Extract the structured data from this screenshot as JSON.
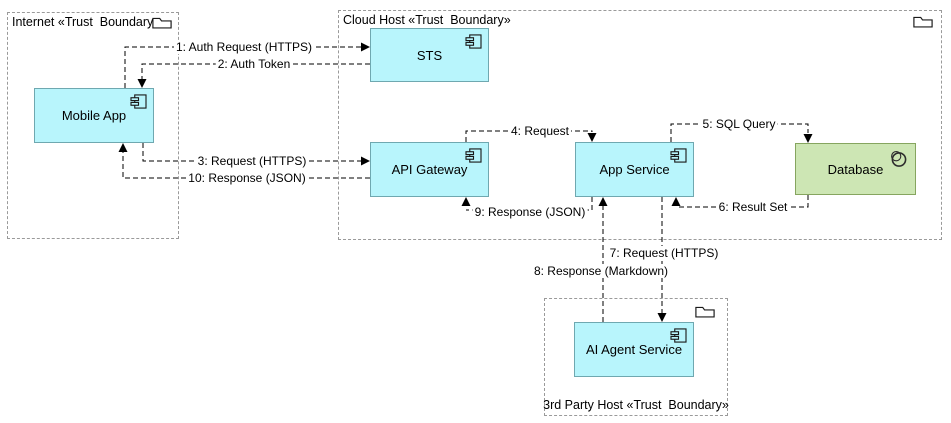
{
  "diagram": {
    "boundaries": [
      {
        "id": "internet",
        "label": "Internet «Trust  Boundary»"
      },
      {
        "id": "cloud_host",
        "label": "Cloud Host «Trust  Boundary»"
      },
      {
        "id": "third_party",
        "label": "3rd Party Host «Trust  Boundary»"
      }
    ],
    "nodes": [
      {
        "id": "mobile_app",
        "label": "Mobile App",
        "type": "component"
      },
      {
        "id": "sts",
        "label": "STS",
        "type": "component"
      },
      {
        "id": "api_gateway",
        "label": "API Gateway",
        "type": "component"
      },
      {
        "id": "app_service",
        "label": "App Service",
        "type": "component"
      },
      {
        "id": "database",
        "label": "Database",
        "type": "database"
      },
      {
        "id": "ai_agent",
        "label": "AI Agent Service",
        "type": "component"
      }
    ],
    "connectors": [
      {
        "seq": 1,
        "label": "1: Auth Request (HTTPS)",
        "from": "Mobile App",
        "to": "STS"
      },
      {
        "seq": 2,
        "label": "2: Auth Token",
        "from": "STS",
        "to": "Mobile App"
      },
      {
        "seq": 3,
        "label": "3: Request (HTTPS)",
        "from": "Mobile App",
        "to": "API Gateway"
      },
      {
        "seq": 4,
        "label": "4: Request",
        "from": "API Gateway",
        "to": "App Service"
      },
      {
        "seq": 5,
        "label": "5: SQL Query",
        "from": "App Service",
        "to": "Database"
      },
      {
        "seq": 6,
        "label": "6: Result Set",
        "from": "Database",
        "to": "App Service"
      },
      {
        "seq": 7,
        "label": "7: Request (HTTPS)",
        "from": "App Service",
        "to": "AI Agent Service"
      },
      {
        "seq": 8,
        "label": "8: Response (Markdown)",
        "from": "AI Agent Service",
        "to": "App Service"
      },
      {
        "seq": 9,
        "label": "9: Response (JSON)",
        "from": "App Service",
        "to": "API Gateway"
      },
      {
        "seq": 10,
        "label": "10: Response (JSON)",
        "from": "API Gateway",
        "to": "Mobile App"
      }
    ],
    "colors": {
      "component_fill": "#b8f5fc",
      "component_border": "#6fa8b0",
      "database_fill": "#cde6b4",
      "database_border": "#86a55f",
      "boundary_border": "#9a9a9a",
      "connector": "#000000"
    }
  }
}
